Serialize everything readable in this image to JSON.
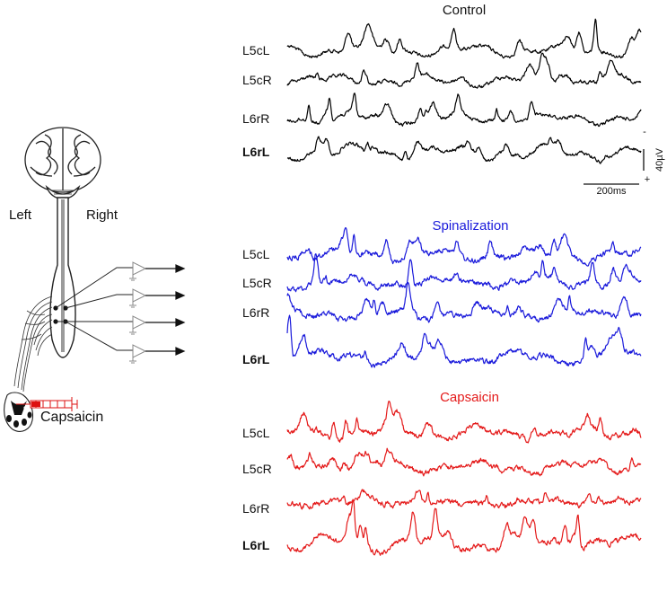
{
  "figure": {
    "diagram": {
      "side_left": "Left",
      "side_right": "Right",
      "stimulus_label": "Capsaicin"
    },
    "panels": [
      {
        "key": "control",
        "title": "Control",
        "color": "#000000",
        "traces": [
          {
            "label": "L5cL",
            "bold": false
          },
          {
            "label": "L5cR",
            "bold": false
          },
          {
            "label": "L6rR",
            "bold": false
          },
          {
            "label": "L6rL",
            "bold": true
          }
        ]
      },
      {
        "key": "spinalization",
        "title": "Spinalization",
        "color": "#1a1adb",
        "traces": [
          {
            "label": "L5cL",
            "bold": false
          },
          {
            "label": "L5cR",
            "bold": false
          },
          {
            "label": "L6rR",
            "bold": false
          },
          {
            "label": "L6rL",
            "bold": true
          }
        ]
      },
      {
        "key": "capsaicin",
        "title": "Capsaicin",
        "color": "#e41a1a",
        "traces": [
          {
            "label": "L5cL",
            "bold": false
          },
          {
            "label": "L5cR",
            "bold": false
          },
          {
            "label": "L6rR",
            "bold": false
          },
          {
            "label": "L6rL",
            "bold": true
          }
        ]
      }
    ],
    "scale_bar": {
      "time_label": "200ms",
      "amplitude_label": "40µV",
      "minus_sign": "-",
      "plus_sign": "+"
    }
  }
}
